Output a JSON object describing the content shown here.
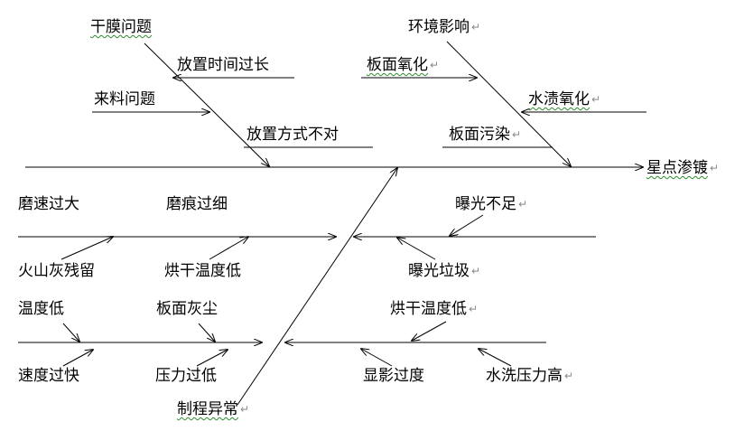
{
  "effect": "星点渗镀",
  "causes": {
    "dry_film": "干膜问题",
    "environment": "环境影响",
    "incoming": "来料问题",
    "water_stain_oxidation": "水渍氧化",
    "placed_too_long": "放置时间过长",
    "board_oxidation": "板面氧化",
    "wrong_placement": "放置方式不对",
    "board_contamination": "板面污染",
    "grind_speed_high": "磨速过大",
    "grind_mark_fine": "磨痕过细",
    "exposure_insufficient": "曝光不足",
    "pumice_residue": "火山灰残留",
    "dry_temp_low_1": "烘干温度低",
    "exposure_garbage": "曝光垃圾",
    "temp_low": "温度低",
    "board_dust": "板面灰尘",
    "dry_temp_low_2": "烘干温度低",
    "speed_fast": "速度过快",
    "pressure_low": "压力过低",
    "over_develop": "显影过度",
    "wash_pressure_high": "水洗压力高",
    "process_abnormal": "制程异常"
  },
  "paragraph_mark": "↵",
  "colors": {
    "line": "#000000",
    "text": "#000000",
    "squiggle": "#2e8b2e",
    "mark": "#8a8a8a"
  }
}
